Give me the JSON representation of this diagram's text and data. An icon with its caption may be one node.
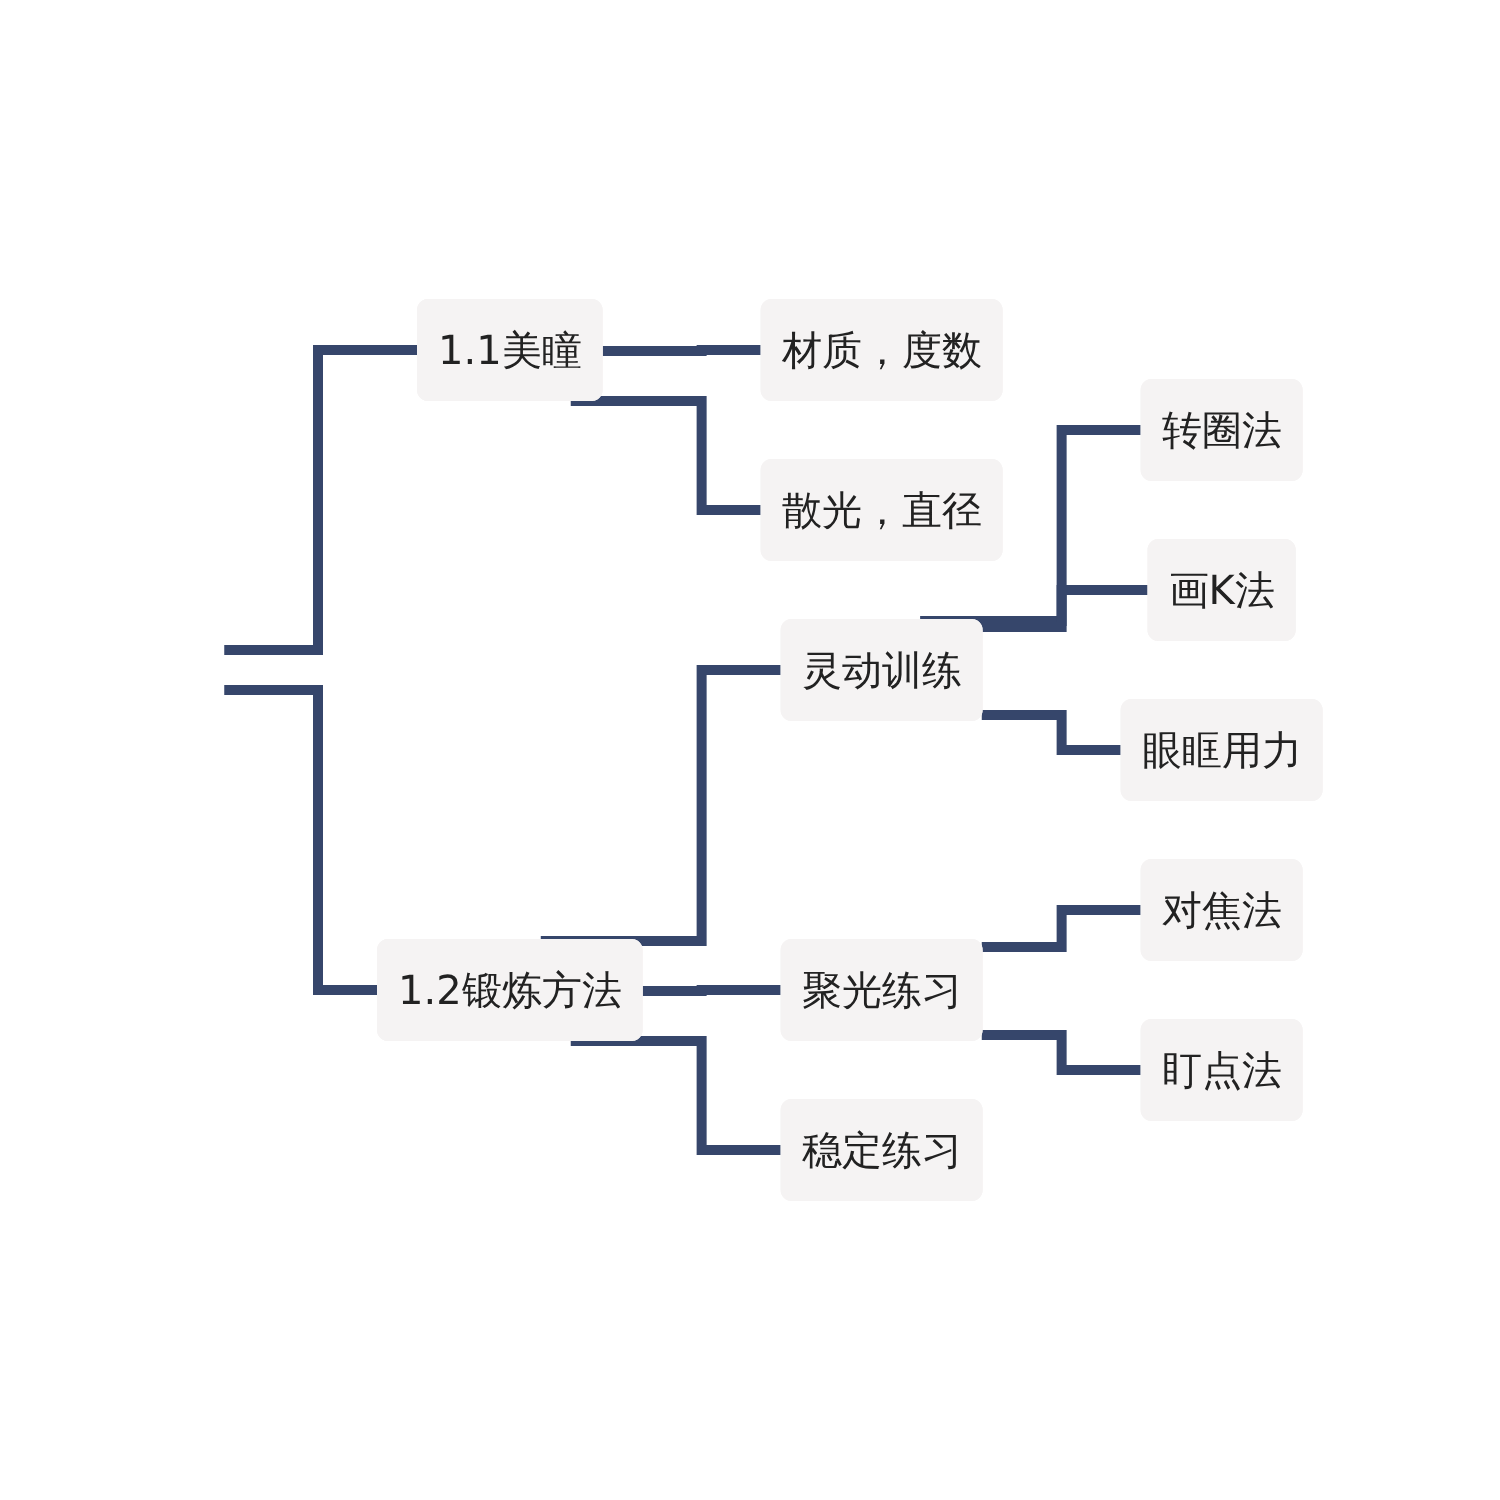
{
  "diagram": {
    "nodes": [
      {
        "text": [
          "1.1美瞳"
        ]
      },
      {
        "text": [
          "材质，度数"
        ]
      },
      {
        "text": [
          "散光，直径"
        ]
      },
      {
        "text": [
          "1.2锻炼方法"
        ]
      },
      {
        "text": [
          "灵动训练"
        ]
      },
      {
        "text": [
          "转圈法"
        ]
      },
      {
        "text": [
          "画K法"
        ]
      },
      {
        "text": [
          "眼眶用力"
        ]
      },
      {
        "text": [
          "聚光练习"
        ]
      },
      {
        "text": [
          "对焦法"
        ]
      },
      {
        "text": [
          "盯点法"
        ]
      },
      {
        "text": [
          "稳定练习"
        ]
      }
    ],
    "edges": [
      {
        "from": null,
        "to": 0,
        "arrow": "none"
      },
      {
        "from": null,
        "to": 3,
        "arrow": "none"
      },
      {
        "from": 0,
        "to": 1,
        "arrow": "none"
      },
      {
        "from": 0,
        "to": 2,
        "arrow": "none"
      },
      {
        "from": 3,
        "to": 4,
        "arrow": "none"
      },
      {
        "from": 3,
        "to": 8,
        "arrow": "none"
      },
      {
        "from": 3,
        "to": 11,
        "arrow": "none"
      },
      {
        "from": 4,
        "to": 5,
        "arrow": "none"
      },
      {
        "from": 4,
        "to": 6,
        "arrow": "none"
      },
      {
        "from": 4,
        "to": 7,
        "arrow": "none"
      },
      {
        "from": 8,
        "to": 9,
        "arrow": "none"
      },
      {
        "from": 8,
        "to": 10,
        "arrow": "none"
      }
    ]
  }
}
